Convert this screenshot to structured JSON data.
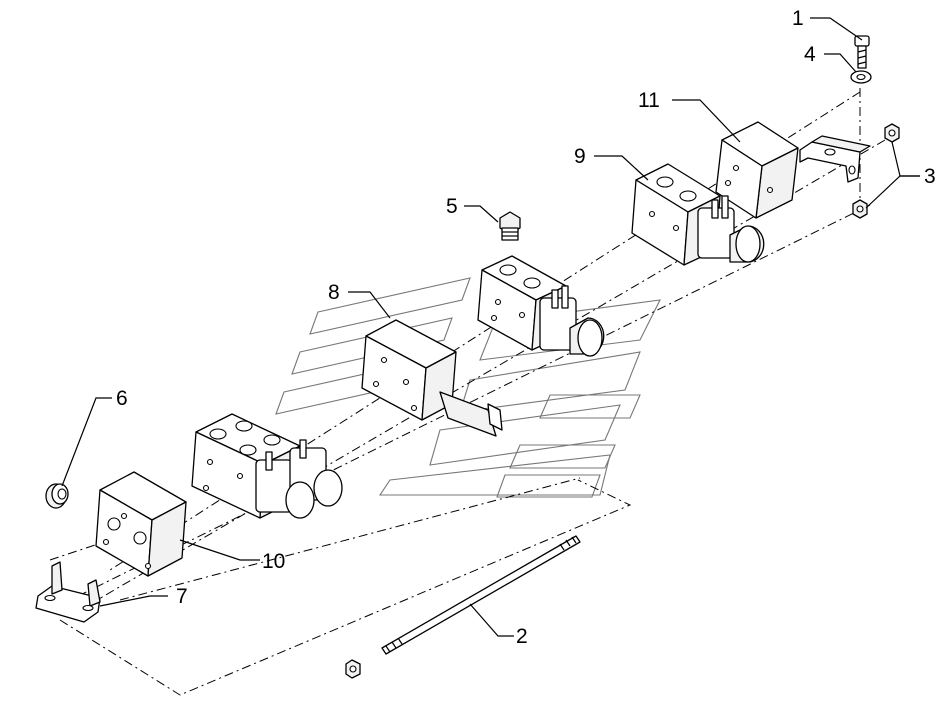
{
  "callouts": {
    "c1": "1",
    "c2": "2",
    "c3": "3",
    "c4": "4",
    "c5": "5",
    "c6": "6",
    "c7": "7",
    "c8": "8",
    "c9": "9",
    "c10": "10",
    "c11": "11"
  },
  "colors": {
    "line": "#000000",
    "watermark": "#777777",
    "background": "#ffffff"
  }
}
